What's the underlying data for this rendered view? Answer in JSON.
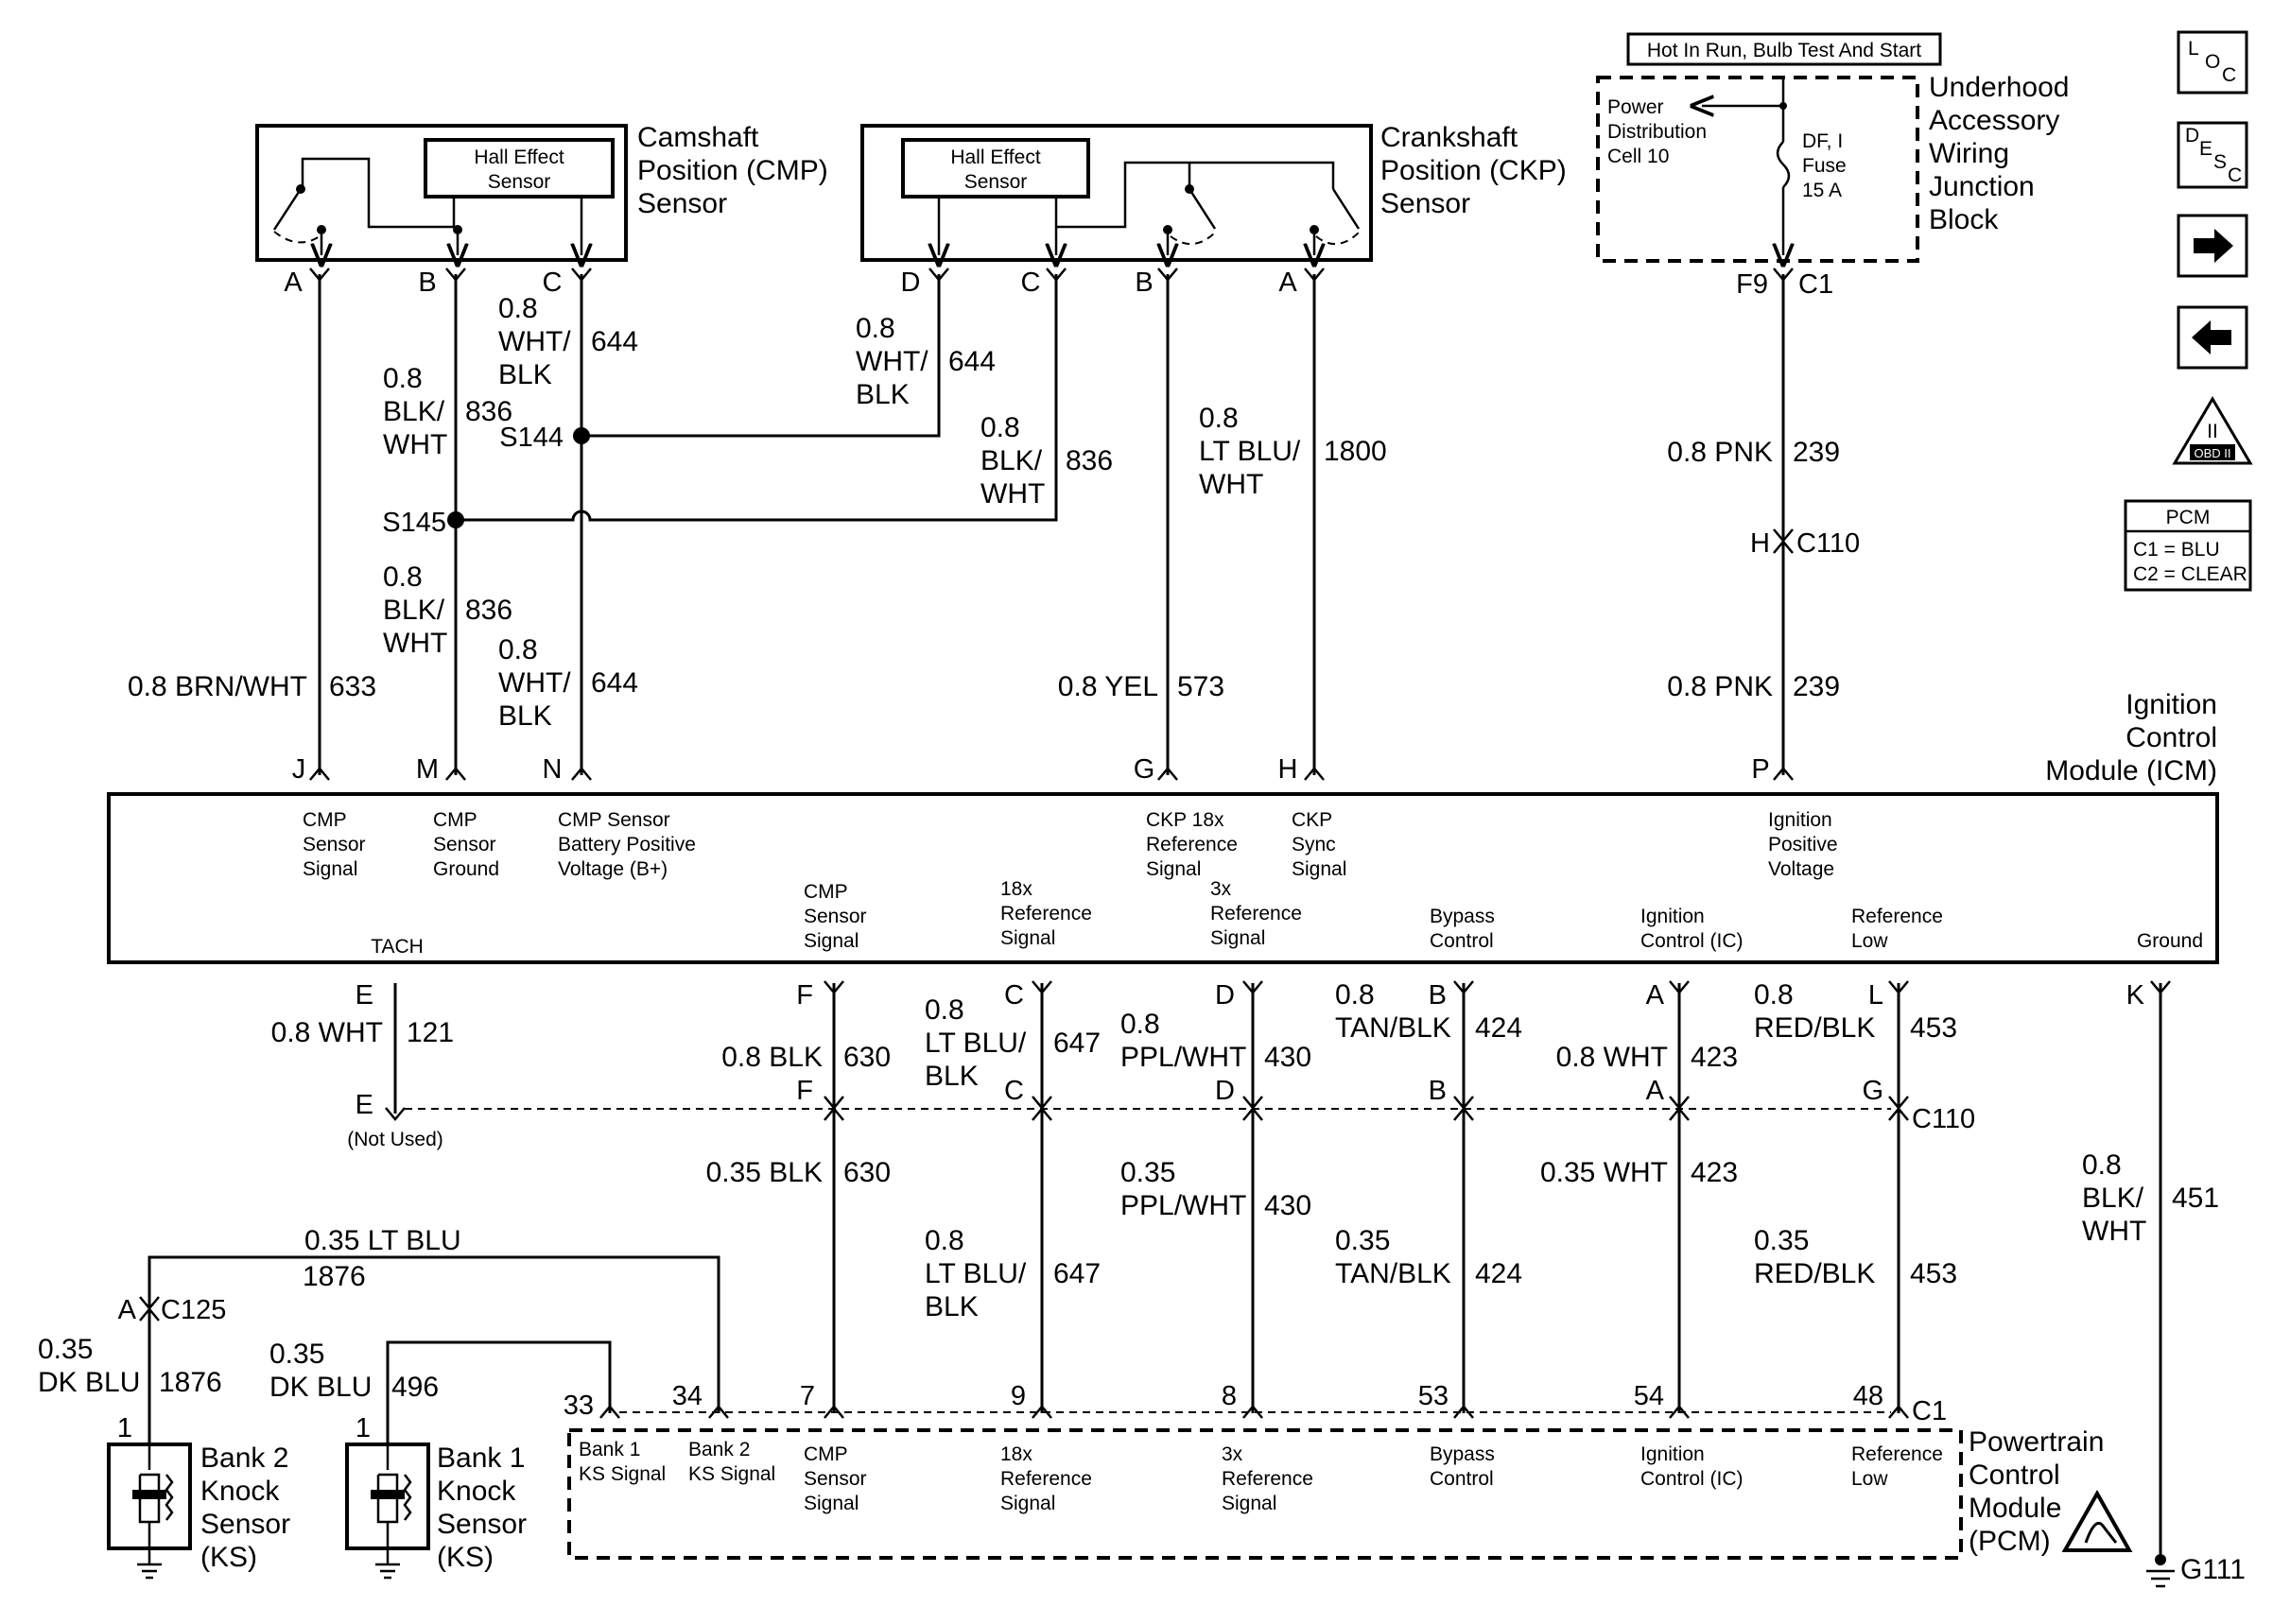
{
  "components": {
    "cmp_sensor": {
      "lines": [
        "Camshaft",
        "Position (CMP)",
        "Sensor"
      ],
      "inner": [
        "Hall Effect",
        "Sensor"
      ],
      "pins": [
        "A",
        "B",
        "C"
      ]
    },
    "ckp_sensor": {
      "lines": [
        "Crankshaft",
        "Position (CKP)",
        "Sensor"
      ],
      "inner": [
        "Hall Effect",
        "Sensor"
      ],
      "pins": [
        "D",
        "C",
        "B",
        "A"
      ]
    },
    "junction_block": {
      "header": "Hot In Run, Bulb Test And Start",
      "lines": [
        "Underhood",
        "Accessory",
        "Wiring",
        "Junction",
        "Block"
      ],
      "pdc": [
        "Power",
        "Distribution",
        "Cell 10"
      ],
      "fuse": [
        "DF, I",
        "Fuse",
        "15 A"
      ],
      "pin": "F9",
      "connector": "C1"
    },
    "icm": {
      "lines": [
        "Ignition",
        "Control",
        "Module (ICM)"
      ],
      "top_pins": [
        "J",
        "M",
        "N",
        "G",
        "H",
        "P"
      ],
      "top_labels": [
        [
          "CMP",
          "Sensor",
          "Signal"
        ],
        [
          "CMP",
          "Sensor",
          "Ground"
        ],
        [
          "CMP Sensor",
          "Battery Positive",
          "Voltage (B+)"
        ],
        [
          "CKP 18x",
          "Reference",
          "Signal"
        ],
        [
          "CKP",
          "Sync",
          "Signal"
        ],
        [
          "Ignition",
          "Positive",
          "Voltage"
        ]
      ],
      "bottom_labels": [
        [
          "TACH"
        ],
        [
          "CMP",
          "Sensor",
          "Signal"
        ],
        [
          "18x",
          "Reference",
          "Signal"
        ],
        [
          "3x",
          "Reference",
          "Signal"
        ],
        [
          "Bypass",
          "Control"
        ],
        [
          "Ignition",
          "Control (IC)"
        ],
        [
          "Reference",
          "Low"
        ],
        [
          "Ground"
        ]
      ],
      "bottom_pins": [
        "E",
        "F",
        "C",
        "D",
        "B",
        "A",
        "L",
        "K"
      ]
    },
    "pcm": {
      "lines": [
        "Powertrain",
        "Control",
        "Module",
        "(PCM)"
      ],
      "connector": "C1",
      "pins": [
        "33",
        "34",
        "7",
        "9",
        "8",
        "53",
        "54",
        "48"
      ],
      "labels": [
        [
          "Bank 1",
          "KS Signal"
        ],
        [
          "Bank 2",
          "KS Signal"
        ],
        [
          "CMP",
          "Sensor",
          "Signal"
        ],
        [
          "18x",
          "Reference",
          "Signal"
        ],
        [
          "3x",
          "Reference",
          "Signal"
        ],
        [
          "Bypass",
          "Control"
        ],
        [
          "Ignition",
          "Control (IC)"
        ],
        [
          "Reference",
          "Low"
        ]
      ]
    },
    "knock_bank2": {
      "lines": [
        "Bank 2",
        "Knock",
        "Sensor",
        "(KS)"
      ],
      "pin": "1"
    },
    "knock_bank1": {
      "lines": [
        "Bank 1",
        "Knock",
        "Sensor",
        "(KS)"
      ],
      "pin": "1"
    },
    "ground": "G111"
  },
  "splices": {
    "s144": "S144",
    "s145": "S145"
  },
  "connectors": {
    "c110": "C110",
    "c125": "C125",
    "c110_upper_pin": "H",
    "c125_pin": "A",
    "c110_lower_pins": [
      "E",
      "F",
      "C",
      "D",
      "B",
      "A",
      "G"
    ],
    "not_used": "(Not Used)"
  },
  "wires": {
    "cmp_a": {
      "size": "0.8 BRN/WHT",
      "circuit": "633"
    },
    "cmp_b_upper": {
      "size": "0.8",
      "color": [
        "BLK/",
        "WHT"
      ],
      "circuit": "836"
    },
    "cmp_c_upper": {
      "size": "0.8",
      "color": [
        "WHT/",
        "BLK"
      ],
      "circuit": "644"
    },
    "ckp_d": {
      "size": "0.8",
      "color": [
        "WHT/",
        "BLK"
      ],
      "circuit": "644"
    },
    "ckp_c": {
      "size": "0.8",
      "color": [
        "BLK/",
        "WHT"
      ],
      "circuit": "836"
    },
    "ckp_b": {
      "size": "0.8 YEL",
      "circuit": "573"
    },
    "ckp_a": {
      "size": "0.8",
      "color": [
        "LT BLU/",
        "WHT"
      ],
      "circuit": "1800"
    },
    "m_lower": {
      "size": "0.8",
      "color": [
        "BLK/",
        "WHT"
      ],
      "circuit": "836"
    },
    "n_lower": {
      "size": "0.8",
      "color": [
        "WHT/",
        "BLK"
      ],
      "circuit": "644"
    },
    "pnk_upper": {
      "size": "0.8 PNK",
      "circuit": "239"
    },
    "pnk_lower": {
      "size": "0.8 PNK",
      "circuit": "239"
    },
    "tach": {
      "size": "0.8 WHT",
      "circuit": "121"
    },
    "f_upper": {
      "size": "0.8 BLK",
      "circuit": "630"
    },
    "f_lower": {
      "size": "0.35 BLK",
      "circuit": "630"
    },
    "c_upper": {
      "size": "0.8",
      "color": [
        "LT BLU/",
        "BLK"
      ],
      "circuit": "647"
    },
    "c_lower": {
      "size": "0.8",
      "color": [
        "LT BLU/",
        "BLK"
      ],
      "circuit": "647"
    },
    "d_upper": {
      "size": "0.8",
      "color": [
        "PPL/WHT"
      ],
      "circuit": "430"
    },
    "d_lower": {
      "size": "0.35",
      "color": [
        "PPL/WHT"
      ],
      "circuit": "430"
    },
    "b_upper": {
      "size": "0.8",
      "color": [
        "TAN/BLK"
      ],
      "circuit": "424"
    },
    "b_lower": {
      "size": "0.35",
      "color": [
        "TAN/BLK"
      ],
      "circuit": "424"
    },
    "a_upper": {
      "size": "0.8 WHT",
      "circuit": "423"
    },
    "a_lower": {
      "size": "0.35 WHT",
      "circuit": "423"
    },
    "l_upper": {
      "size": "0.8",
      "color": [
        "RED/BLK"
      ],
      "circuit": "453"
    },
    "l_lower": {
      "size": "0.35",
      "color": [
        "RED/BLK"
      ],
      "circuit": "453"
    },
    "ground_wire": {
      "size": "0.8",
      "color": [
        "BLK/",
        "WHT"
      ],
      "circuit": "451"
    },
    "ks_bank2_run": {
      "size": "0.35 LT BLU",
      "circuit": "1876"
    },
    "ks_bank2_drop": {
      "size": "0.35",
      "color": [
        "DK BLU"
      ],
      "circuit": "1876"
    },
    "ks_bank1": {
      "size": "0.35",
      "color": [
        "DK BLU"
      ],
      "circuit": "496"
    }
  },
  "sidebar": {
    "loc": [
      "L",
      "O",
      "C"
    ],
    "desc": [
      "D",
      "E",
      "S",
      "C"
    ],
    "obd": "OBD II",
    "obd_numeral": "II",
    "pcm_key": {
      "title": "PCM",
      "c1": "C1 = BLU",
      "c2": "C2 = CLEAR"
    }
  }
}
